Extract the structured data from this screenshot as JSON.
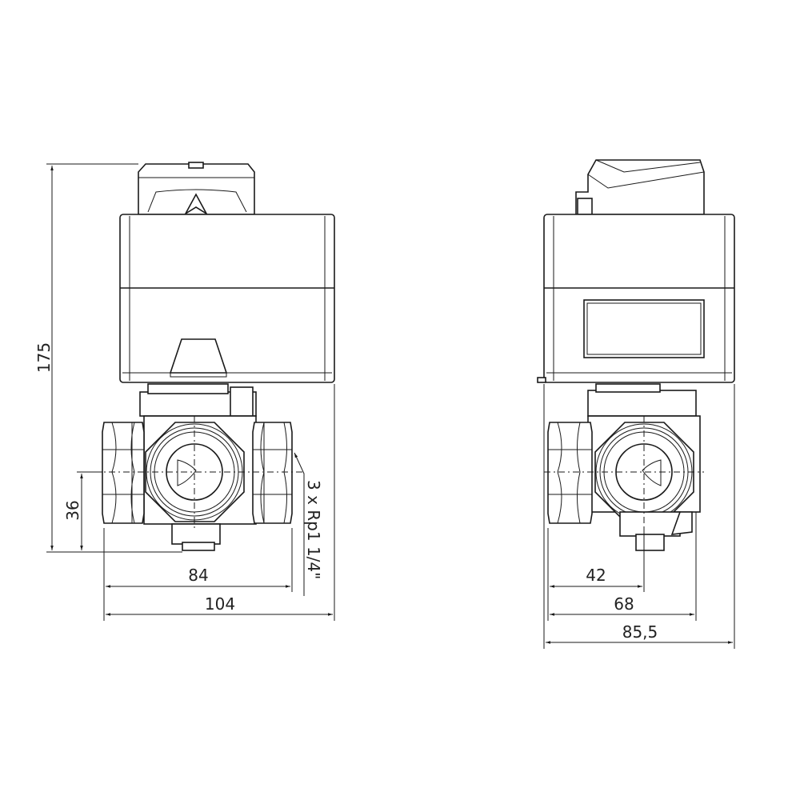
{
  "front_view": {
    "dims": {
      "height": "175",
      "axis_height": "36",
      "port_spacing": "84",
      "width": "104"
    },
    "thread_note": "3 x Rp1 1/4\""
  },
  "side_view": {
    "dims": {
      "axis_offset": "42",
      "valve_depth": "68",
      "total_depth": "85,5"
    }
  }
}
